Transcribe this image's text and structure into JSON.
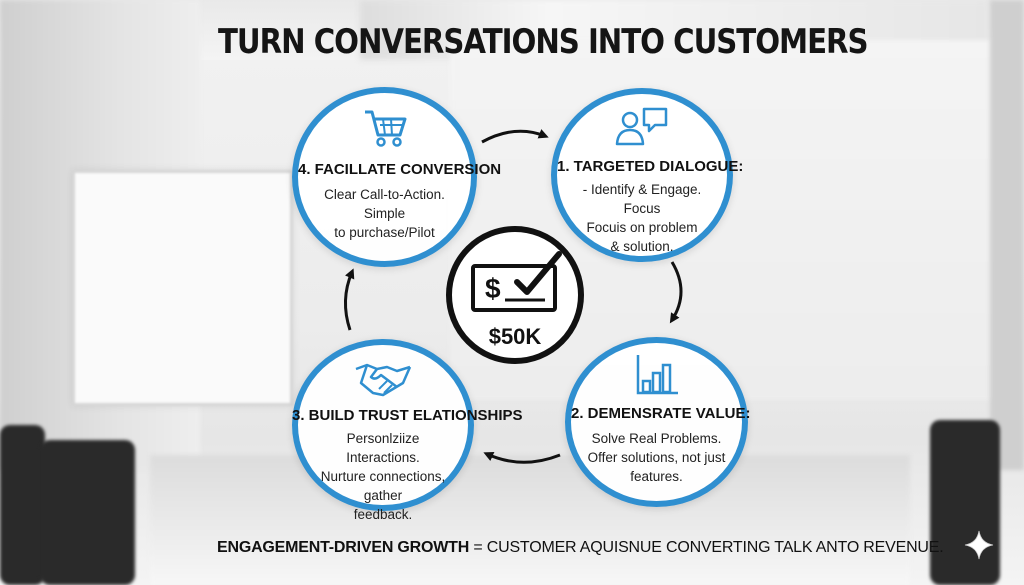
{
  "title": "TURN CONVERSATIONS INTO CUSTOMERS",
  "center": {
    "amount": "$50K",
    "check_icon": "check-dollar-icon"
  },
  "steps": [
    {
      "title": "1. TARGETED DIALOGUE:",
      "lines": [
        "- Identify & Engage. Focus",
        "Focuis on problem",
        "& solution."
      ],
      "icon": "people-chat-icon"
    },
    {
      "title": "2. DEMENSRATE VALUE:",
      "lines": [
        "Solve Real Problems.",
        "Offer solutions, not just",
        "features."
      ],
      "icon": "bar-chart-icon"
    },
    {
      "title": "3. BUILD TRUST ELATIONSHIPS",
      "lines": [
        "Personlziize Interactions.",
        "Nurture connections, gather",
        "feedback."
      ],
      "icon": "handshake-icon"
    },
    {
      "title": "4. FACILLATE CONVERSION",
      "lines": [
        "Clear Call-to-Action. Simple",
        "to purchase/Pilot"
      ],
      "icon": "shopping-cart-icon"
    }
  ],
  "footer": {
    "lead": "ENGAGEMENT-DRIVEN GROWTH",
    "rest": " = CUSTOMER AQUISNUE CONVERTING TALK ANTO REVENUE."
  },
  "colors": {
    "accent": "#2f8fd0",
    "ink": "#111111"
  }
}
